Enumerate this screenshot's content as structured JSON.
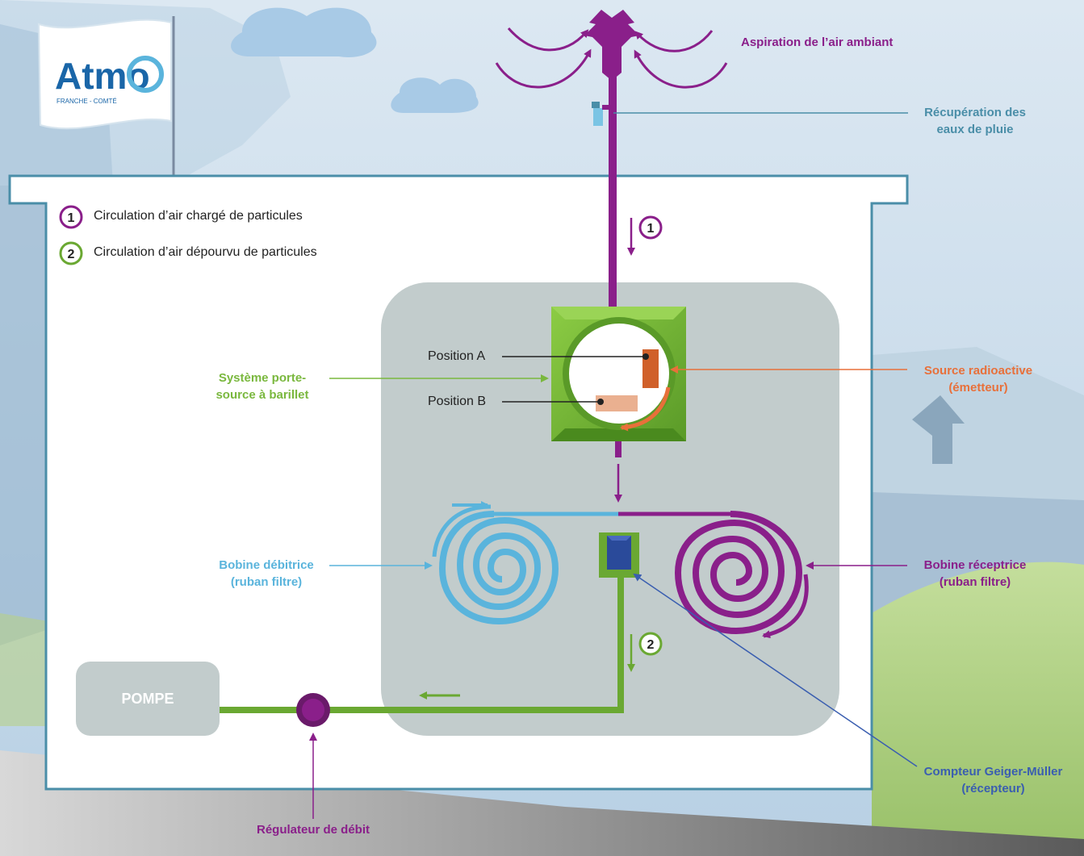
{
  "logo": {
    "text": "Atmo",
    "subtitle": "FRANCHE - COMTÉ"
  },
  "legend": [
    {
      "number": "1",
      "text": "Circulation d’air chargé de particules",
      "color": "#8a1f8a"
    },
    {
      "number": "2",
      "text": "Circulation d’air dépourvu de particules",
      "color": "#6aa832"
    }
  ],
  "flow_markers": {
    "one": "1",
    "two": "2"
  },
  "labels": {
    "aspiration": "Aspiration de l’air ambiant",
    "recuperation": [
      "Récupération des",
      "eaux de pluie"
    ],
    "systeme": [
      "Système porte-",
      "source à barillet"
    ],
    "source": [
      "Source radioactive",
      "(émetteur)"
    ],
    "position_a": "Position A",
    "position_b": "Position B",
    "bobine_debitrice": [
      "Bobine débitrice",
      "(ruban filtre)"
    ],
    "bobine_receptrice": [
      "Bobine réceptrice",
      "(ruban filtre)"
    ],
    "pompe": "POMPE",
    "compteur": [
      "Compteur Geiger-Müller",
      "(récepteur)"
    ],
    "regulateur": "Régulateur de débit"
  },
  "colors": {
    "purple": "#8a1f8a",
    "green": "#6aa832",
    "blue": "#5ab4dc",
    "orange": "#e8703a",
    "teal": "#4a8ea8",
    "sky": "#c8dcec"
  }
}
